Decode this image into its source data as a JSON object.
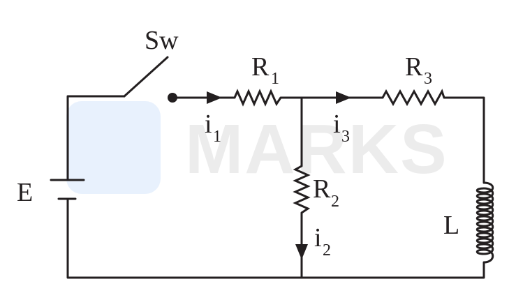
{
  "labels": {
    "switch": "Sw",
    "r1": "R",
    "r1_sub": "1",
    "r2": "R",
    "r2_sub": "2",
    "r3": "R",
    "r3_sub": "3",
    "battery": "E",
    "inductor": "L",
    "i1": "i",
    "i1_sub": "1",
    "i2": "i",
    "i2_sub": "2",
    "i3": "i",
    "i3_sub": "3"
  },
  "watermark": {
    "text": "MARKS"
  },
  "colors": {
    "line": "#231f20",
    "watermark_text": "#ececec",
    "watermark_logo": "#e8f1fd"
  }
}
